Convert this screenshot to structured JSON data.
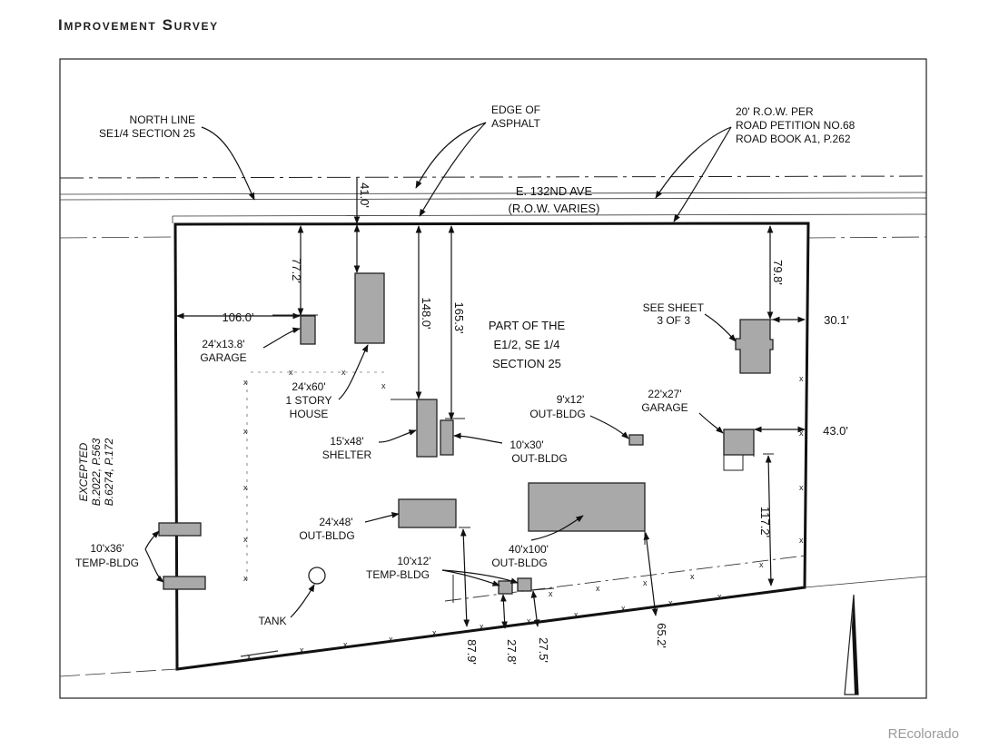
{
  "title": "Improvement Survey",
  "watermark": "REcolorado",
  "road": {
    "name": "E. 132ND AVE",
    "row": "(R.O.W. VARIES)"
  },
  "callouts": {
    "north_line_1": "NORTH LINE",
    "north_line_2": "SE1/4 SECTION 25",
    "edge_1": "EDGE OF",
    "edge_2": "ASPHALT",
    "row_1": "20' R.O.W. PER",
    "row_2": "ROAD PETITION NO.68",
    "row_3": "ROAD BOOK A1, P.262",
    "parcel_1": "PART OF THE",
    "parcel_2": "E1/2, SE 1/4",
    "parcel_3": "SECTION 25",
    "see_sheet_1": "SEE SHEET",
    "see_sheet_2": "3 OF 3",
    "excepted_1": "EXCEPTED",
    "excepted_2": "B.2022, P.563",
    "excepted_3": "B.6274, P.172"
  },
  "buildings": {
    "garage_small_1": "24'x13.8'",
    "garage_small_2": "GARAGE",
    "house_1": "24'x60'",
    "house_2": "1 STORY",
    "house_3": "HOUSE",
    "shelter_1": "15'x48'",
    "shelter_2": "SHELTER",
    "out10x30_1": "10'x30'",
    "out10x30_2": "OUT-BLDG",
    "out9x12_1": "9'x12'",
    "out9x12_2": "OUT-BLDG",
    "garage22_1": "22'x27'",
    "garage22_2": "GARAGE",
    "out24x48_1": "24'x48'",
    "out24x48_2": "OUT-BLDG",
    "out40x100_1": "40'x100'",
    "out40x100_2": "OUT-BLDG",
    "temp10x12_1": "10'x12'",
    "temp10x12_2": "TEMP-BLDG",
    "temp10x36_1": "10'x36'",
    "temp10x36_2": "TEMP-BLDG",
    "tank": "TANK"
  },
  "dimensions": {
    "d41": "41.0'",
    "d77": "77.2'",
    "d106": "106.0'",
    "d148": "148.0'",
    "d165": "165.3'",
    "d79": "79.8'",
    "d30": "30.1'",
    "d43": "43.0'",
    "d117": "117.2'",
    "d87": "87.9'",
    "d27_8": "27.8'",
    "d27_5": "27.5'",
    "d65": "65.2'"
  }
}
